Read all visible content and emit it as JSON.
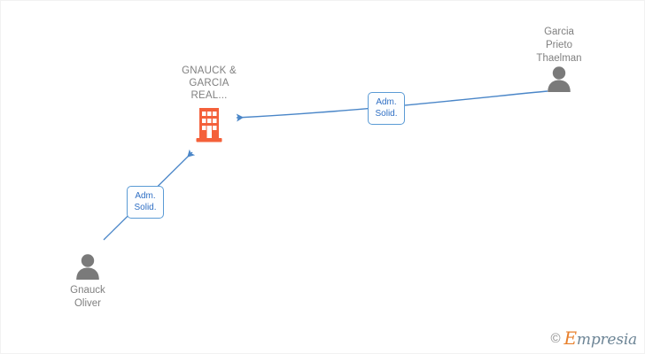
{
  "diagram": {
    "type": "corporate-relationship-graph",
    "background_color": "#ffffff",
    "edge_color": "#4a86c8",
    "company_color": "#f4603a",
    "person_color": "#7a7a7a",
    "label_text_color": "#2f6fc4",
    "label_border_color": "#5b9bd5"
  },
  "company": {
    "name": "GNAUCK &\nGARCIA\nREAL...",
    "icon": "building-icon"
  },
  "persons": [
    {
      "id": "garcia-prieto-thaelman",
      "name": "Garcia\nPrieto\nThaelman",
      "icon": "person-icon",
      "label_position": "above"
    },
    {
      "id": "gnauck-oliver",
      "name": "Gnauck\nOliver",
      "icon": "person-icon",
      "label_position": "below"
    }
  ],
  "relations": [
    {
      "id": "rel-garcia-prieto-thaelman",
      "from": "garcia-prieto-thaelman",
      "to": "company",
      "label": "Adm.\nSolid."
    },
    {
      "id": "rel-gnauck-oliver",
      "from": "gnauck-oliver",
      "to": "company",
      "label": "Adm.\nSolid."
    }
  ],
  "watermark": {
    "copyright": "©",
    "brand_first_letter": "E",
    "brand_rest": "mpresia"
  }
}
